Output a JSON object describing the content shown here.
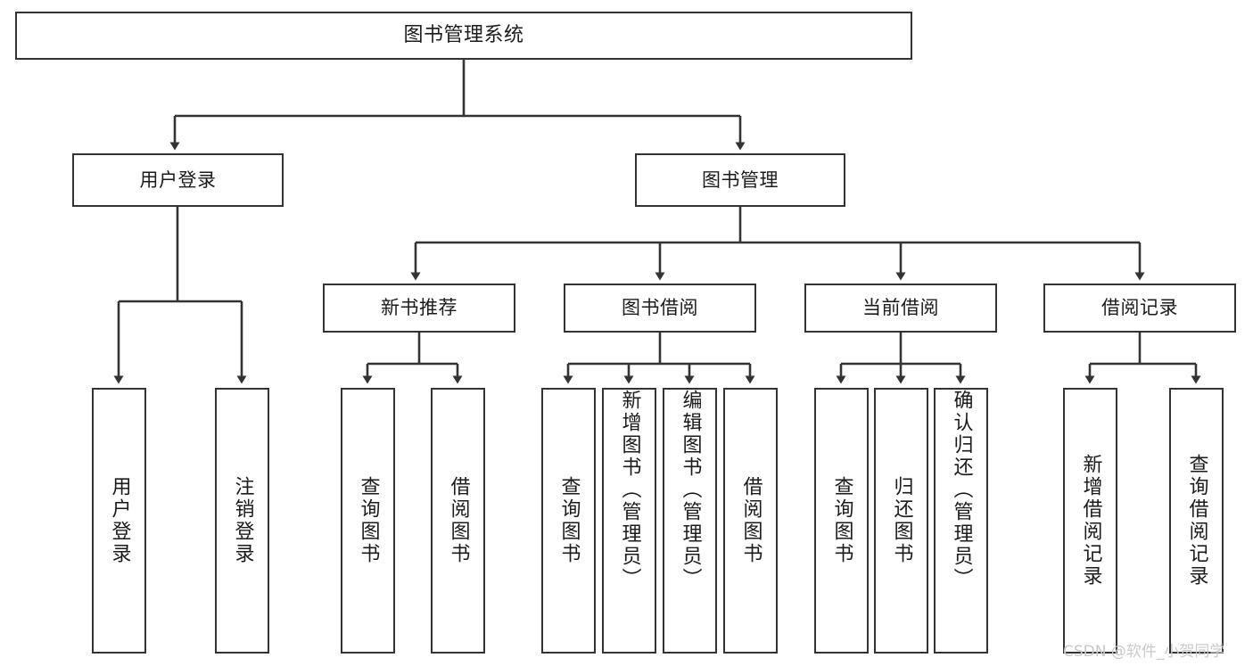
{
  "diagram": {
    "title": "图书管理系统",
    "type": "tree",
    "background_color": "#ffffff",
    "line_color": "#333333",
    "text_color": "#1b1b1b"
  },
  "nodes": {
    "root": {
      "label": "图书管理系统"
    },
    "level2": [
      {
        "label": "用户登录"
      },
      {
        "label": "图书管理"
      }
    ],
    "level3": [
      {
        "label": "新书推荐"
      },
      {
        "label": "图书借阅"
      },
      {
        "label": "当前借阅"
      },
      {
        "label": "借阅记录"
      }
    ],
    "leaves": {
      "user_login": [
        {
          "label": "用户登录"
        },
        {
          "label": "注销登录"
        }
      ],
      "new_book_recommend": [
        {
          "label": "查询图书"
        },
        {
          "label": "借阅图书"
        }
      ],
      "book_borrow": [
        {
          "label": "查询图书"
        },
        {
          "label": "新增图书（管理员）"
        },
        {
          "label": "编辑图书（管理员）"
        },
        {
          "label": "借阅图书"
        }
      ],
      "current_borrow": [
        {
          "label": "查询图书"
        },
        {
          "label": "归还图书"
        },
        {
          "label": "确认归还（管理员）"
        }
      ],
      "borrow_record": [
        {
          "label": "新增借阅记录"
        },
        {
          "label": "查询借阅记录"
        }
      ]
    }
  },
  "watermark": {
    "text": "CSDN @软件_小贺同学",
    "color": "#c9c9c9"
  }
}
